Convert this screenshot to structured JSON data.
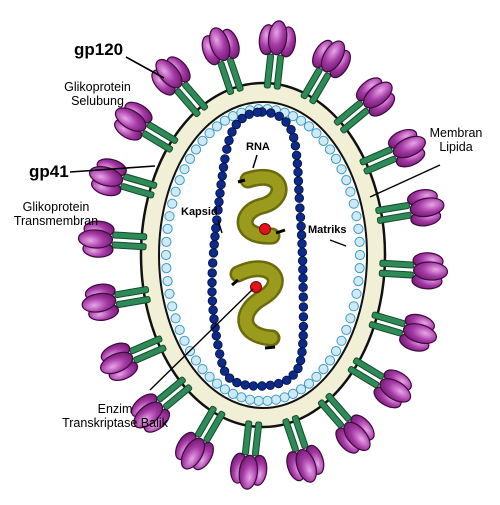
{
  "labels": {
    "gp120": "gp120",
    "gp120_desc_1": "Glikoprotein",
    "gp120_desc_2": "Selubung",
    "gp41": "gp41",
    "gp41_desc_1": "Glikoprotein",
    "gp41_desc_2": "Transmembran",
    "membrane_1": "Membran",
    "membrane_2": "Lipida",
    "enzyme_1": "Enzim",
    "enzyme_2": "Transkriptase Balik",
    "rna": "RNA",
    "capsid": "Kapsid",
    "matrix": "Matriks"
  },
  "colors": {
    "knob_purple": "#9b2d9b",
    "knob_light": "#c86ac8",
    "stem_green": "#2e8b57",
    "membrane_fill": "#f1efd6",
    "matrix_dot": "#cfe9f5",
    "matrix_stroke": "#3c9bc8",
    "capsid_dot": "#0c2a8a",
    "rna_olive": "#8a8a14",
    "enzyme_red": "#e3111b"
  }
}
